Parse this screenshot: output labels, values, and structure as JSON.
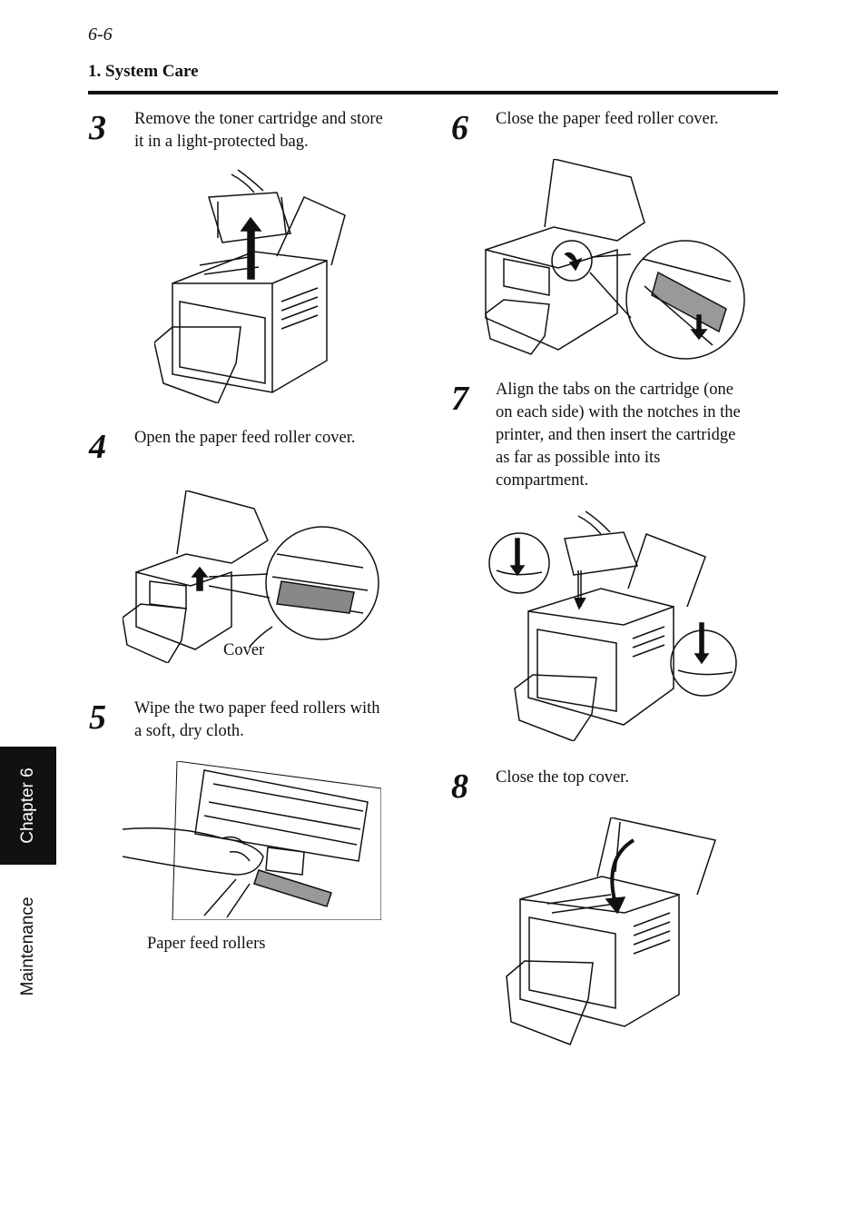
{
  "header": {
    "page_number": "6-6",
    "section_title": "1. System Care"
  },
  "side_tab": {
    "chapter": "Chapter 6",
    "section": "Maintenance"
  },
  "steps": [
    {
      "number": "3",
      "text": [
        "Remove the toner cartridge and store",
        "it in a light-protected bag."
      ]
    },
    {
      "number": "4",
      "text": [
        "Open the paper feed roller cover."
      ],
      "caption": "Cover"
    },
    {
      "number": "5",
      "text": [
        "Wipe the two paper feed rollers with",
        "a soft, dry cloth."
      ],
      "caption": "Paper feed rollers"
    },
    {
      "number": "6",
      "text": [
        "Close the paper feed roller cover."
      ]
    },
    {
      "number": "7",
      "text": [
        "Align the tabs on the cartridge (one",
        "on each side) with the notches in the",
        "printer, and then insert the cartridge",
        "as far as possible into its",
        "compartment."
      ]
    },
    {
      "number": "8",
      "text": [
        "Close the top cover."
      ]
    }
  ]
}
